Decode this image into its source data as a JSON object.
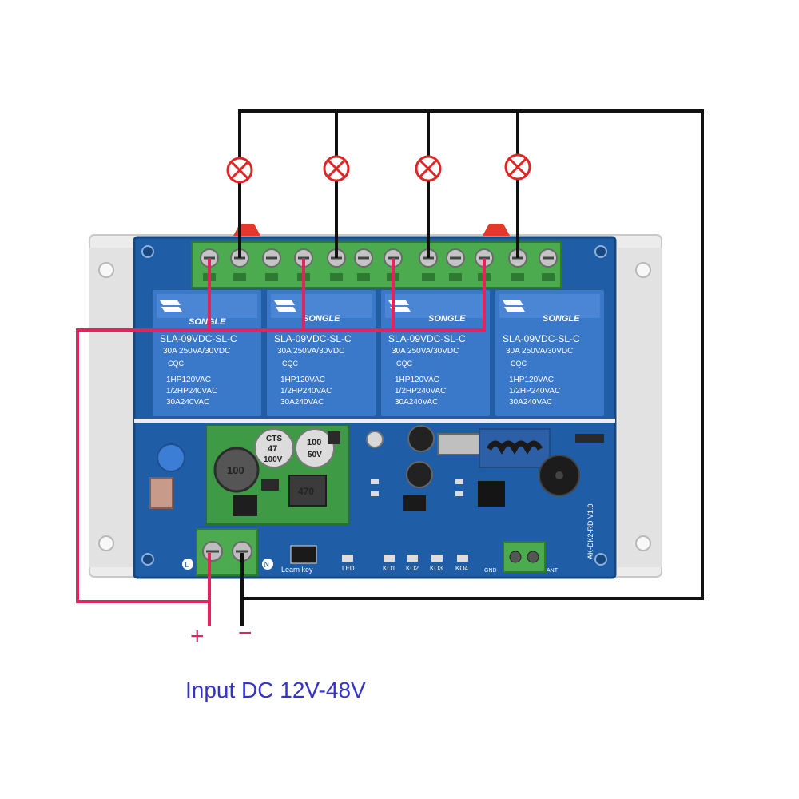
{
  "caption": "Input DC 12V-48V",
  "polarity": {
    "plus": "+",
    "minus": "−"
  },
  "relays": [
    {
      "brand": "SONGLE",
      "model": "SLA-09VDC-SL-C",
      "rating": "30A 250VA/30VDC",
      "cqc": "CQC",
      "line1": "1HP120VAC",
      "line2": "1/2HP240VAC",
      "line3": "30A240VAC"
    },
    {
      "brand": "SONGLE",
      "model": "SLA-09VDC-SL-C",
      "rating": "30A 250VA/30VDC",
      "cqc": "CQC",
      "line1": "1HP120VAC",
      "line2": "1/2HP240VAC",
      "line3": "30A240VAC"
    },
    {
      "brand": "SONGLE",
      "model": "SLA-09VDC-SL-C",
      "rating": "30A 250VA/30VDC",
      "cqc": "CQC",
      "line1": "1HP120VAC",
      "line2": "1/2HP240VAC",
      "line3": "30A240VAC"
    },
    {
      "brand": "SONGLE",
      "model": "SLA-09VDC-SL-C",
      "rating": "30A 250VA/30VDC",
      "cqc": "CQC",
      "line1": "1HP120VAC",
      "line2": "1/2HP240VAC",
      "line3": "30A240VAC"
    }
  ],
  "board_labels": {
    "terminal_l": "L",
    "terminal_n": "N",
    "learn_key": "Learn key",
    "led": "LED",
    "ko1": "KO1",
    "ko2": "KO2",
    "ko3": "KO3",
    "ko4": "KO4",
    "gnd": "GND",
    "ant": "ANT",
    "model_code": "AK-DK2-RD V1.0"
  },
  "capacitors": {
    "cap1_top": "CTS",
    "cap1_mid": "47",
    "cap1_bottom": "100V",
    "cap2_top": "100",
    "cap2_bottom": "50V",
    "inductor1": "100",
    "inductor2": "470"
  },
  "colors": {
    "board": "#1f5da6",
    "relay": "#3a78c9",
    "terminal": "#4caa4f",
    "enclosure": "#ececec",
    "wire_positive": "#e0245e",
    "wire_common": "#111111",
    "lamp": "#e02525"
  }
}
